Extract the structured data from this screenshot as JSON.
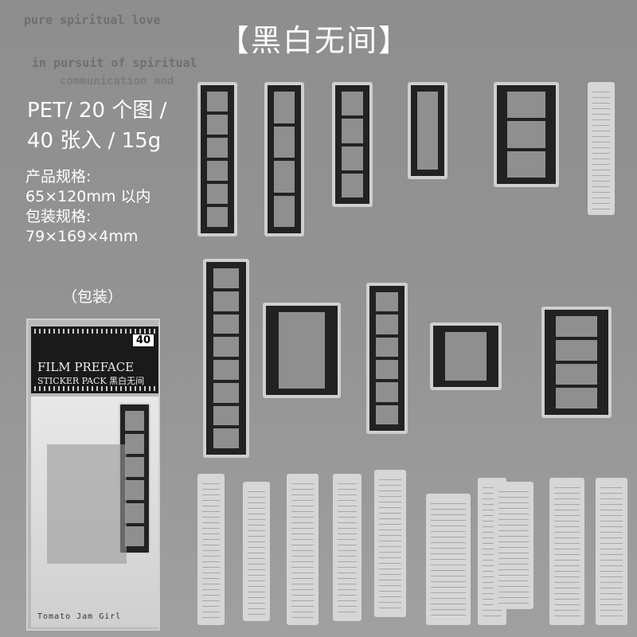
{
  "background_text": [
    "pure spiritual love",
    "in pursuit of spiritual",
    "communication and"
  ],
  "title": "【黑白无间】",
  "specs": {
    "line1": "PET/ 20 个图 /",
    "line2": "40 张入 / 15g",
    "product_size_label": "产品规格:",
    "product_size": "65×120mm 以内",
    "package_size_label": "包装规格:",
    "package_size": "79×169×4mm"
  },
  "package": {
    "label": "（包装）",
    "title": "FILM PREFACE",
    "subtitle": "STICKER PACK 黑白无间",
    "count": "40",
    "brand": "Tomato Jam Girl"
  },
  "colors": {
    "background": "#939393",
    "film": "#222222",
    "sticker_border": "#cfcfcf"
  }
}
